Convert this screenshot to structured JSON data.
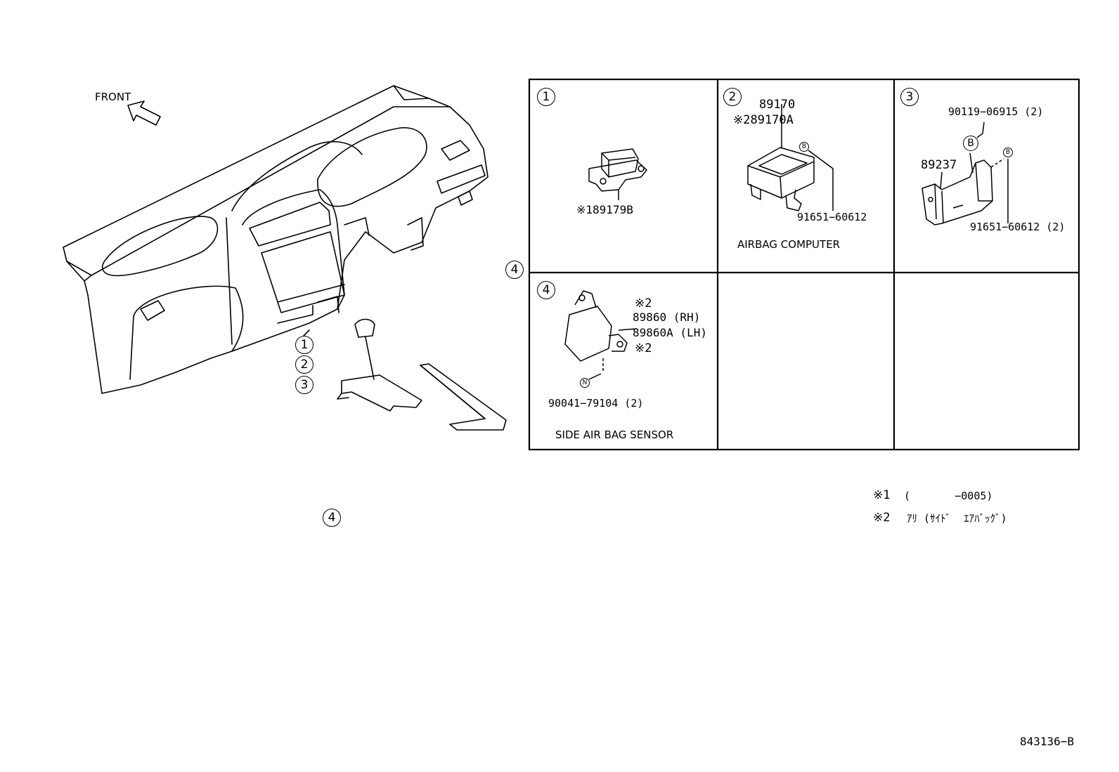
{
  "overview": {
    "front_label": "FRONT",
    "callouts": [
      "1",
      "2",
      "3"
    ],
    "side_callout": "4",
    "bottom_callout": "4"
  },
  "panels": [
    {
      "number": "1",
      "parts": [
        "※189179B"
      ]
    },
    {
      "number": "2",
      "parts": [
        "89170",
        "※289170A",
        "91651−60612"
      ],
      "bolt_marker": "B",
      "caption": "AIRBAG COMPUTER"
    },
    {
      "number": "3",
      "parts": [
        "90119−06915 (2)",
        "89237",
        "91651−60612 (2)"
      ],
      "bolt_markers": [
        "B",
        "B"
      ]
    },
    {
      "number": "4",
      "parts": [
        "※2",
        "89860 (RH)",
        "89860A (LH)",
        "※2",
        "90041−79104 (2)"
      ],
      "nut_marker": "N",
      "caption": "SIDE AIR BAG SENSOR"
    }
  ],
  "notes": [
    {
      "mark": "※1",
      "text": "(       −0005)"
    },
    {
      "mark": "※2",
      "text": "ｱﾘ (ｻｲﾄﾞ  ｴｱﾊﾞｯｸﾞ)"
    }
  ],
  "diagram_code": "843136−B"
}
